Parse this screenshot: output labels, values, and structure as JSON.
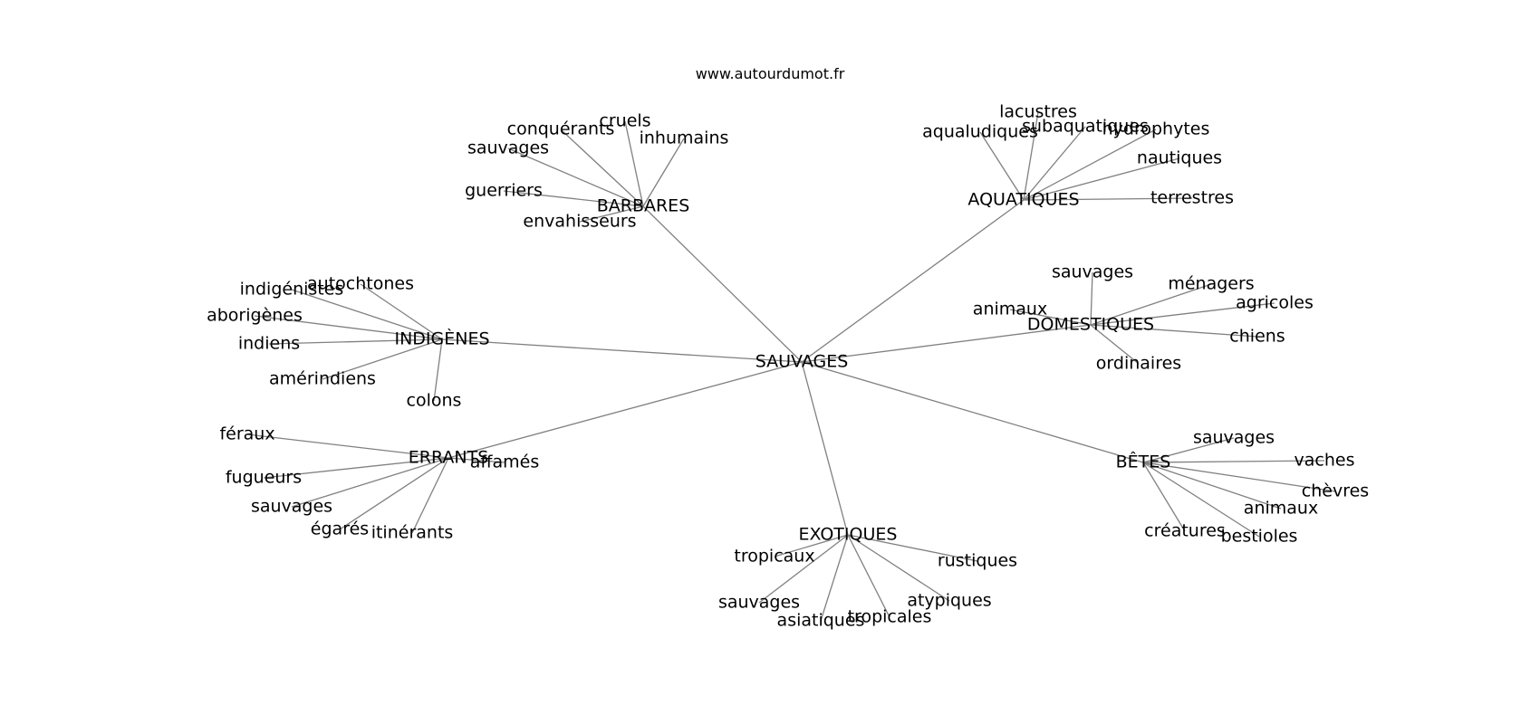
{
  "header": {
    "site": "www.autourdumot.fr"
  },
  "graph": {
    "root": "SAUVAGES",
    "clusters": [
      {
        "label": "BARBARES",
        "children": [
          "cruels",
          "conquérants",
          "inhumains",
          "sauvages",
          "guerriers",
          "envahisseurs"
        ]
      },
      {
        "label": "AQUATIQUES",
        "children": [
          "lacustres",
          "aqualudiques",
          "subaquatiques",
          "hydrophytes",
          "nautiques",
          "terrestres"
        ]
      },
      {
        "label": "INDIGÈNES",
        "children": [
          "autochtones",
          "indigénistes",
          "aborigènes",
          "indiens",
          "amérindiens",
          "colons"
        ]
      },
      {
        "label": "DOMESTIQUES",
        "children": [
          "sauvages",
          "ménagers",
          "animaux",
          "agricoles",
          "chiens",
          "ordinaires"
        ]
      },
      {
        "label": "ERRANTS",
        "children": [
          "féraux",
          "affamés",
          "fugueurs",
          "sauvages",
          "égarés",
          "itinérants"
        ]
      },
      {
        "label": "BÊTES",
        "children": [
          "sauvages",
          "vaches",
          "chèvres",
          "animaux",
          "créatures",
          "bestioles"
        ]
      },
      {
        "label": "EXOTIQUES",
        "children": [
          "tropicaux",
          "rustiques",
          "sauvages",
          "atypiques",
          "asiatiques",
          "tropicales"
        ]
      }
    ]
  }
}
